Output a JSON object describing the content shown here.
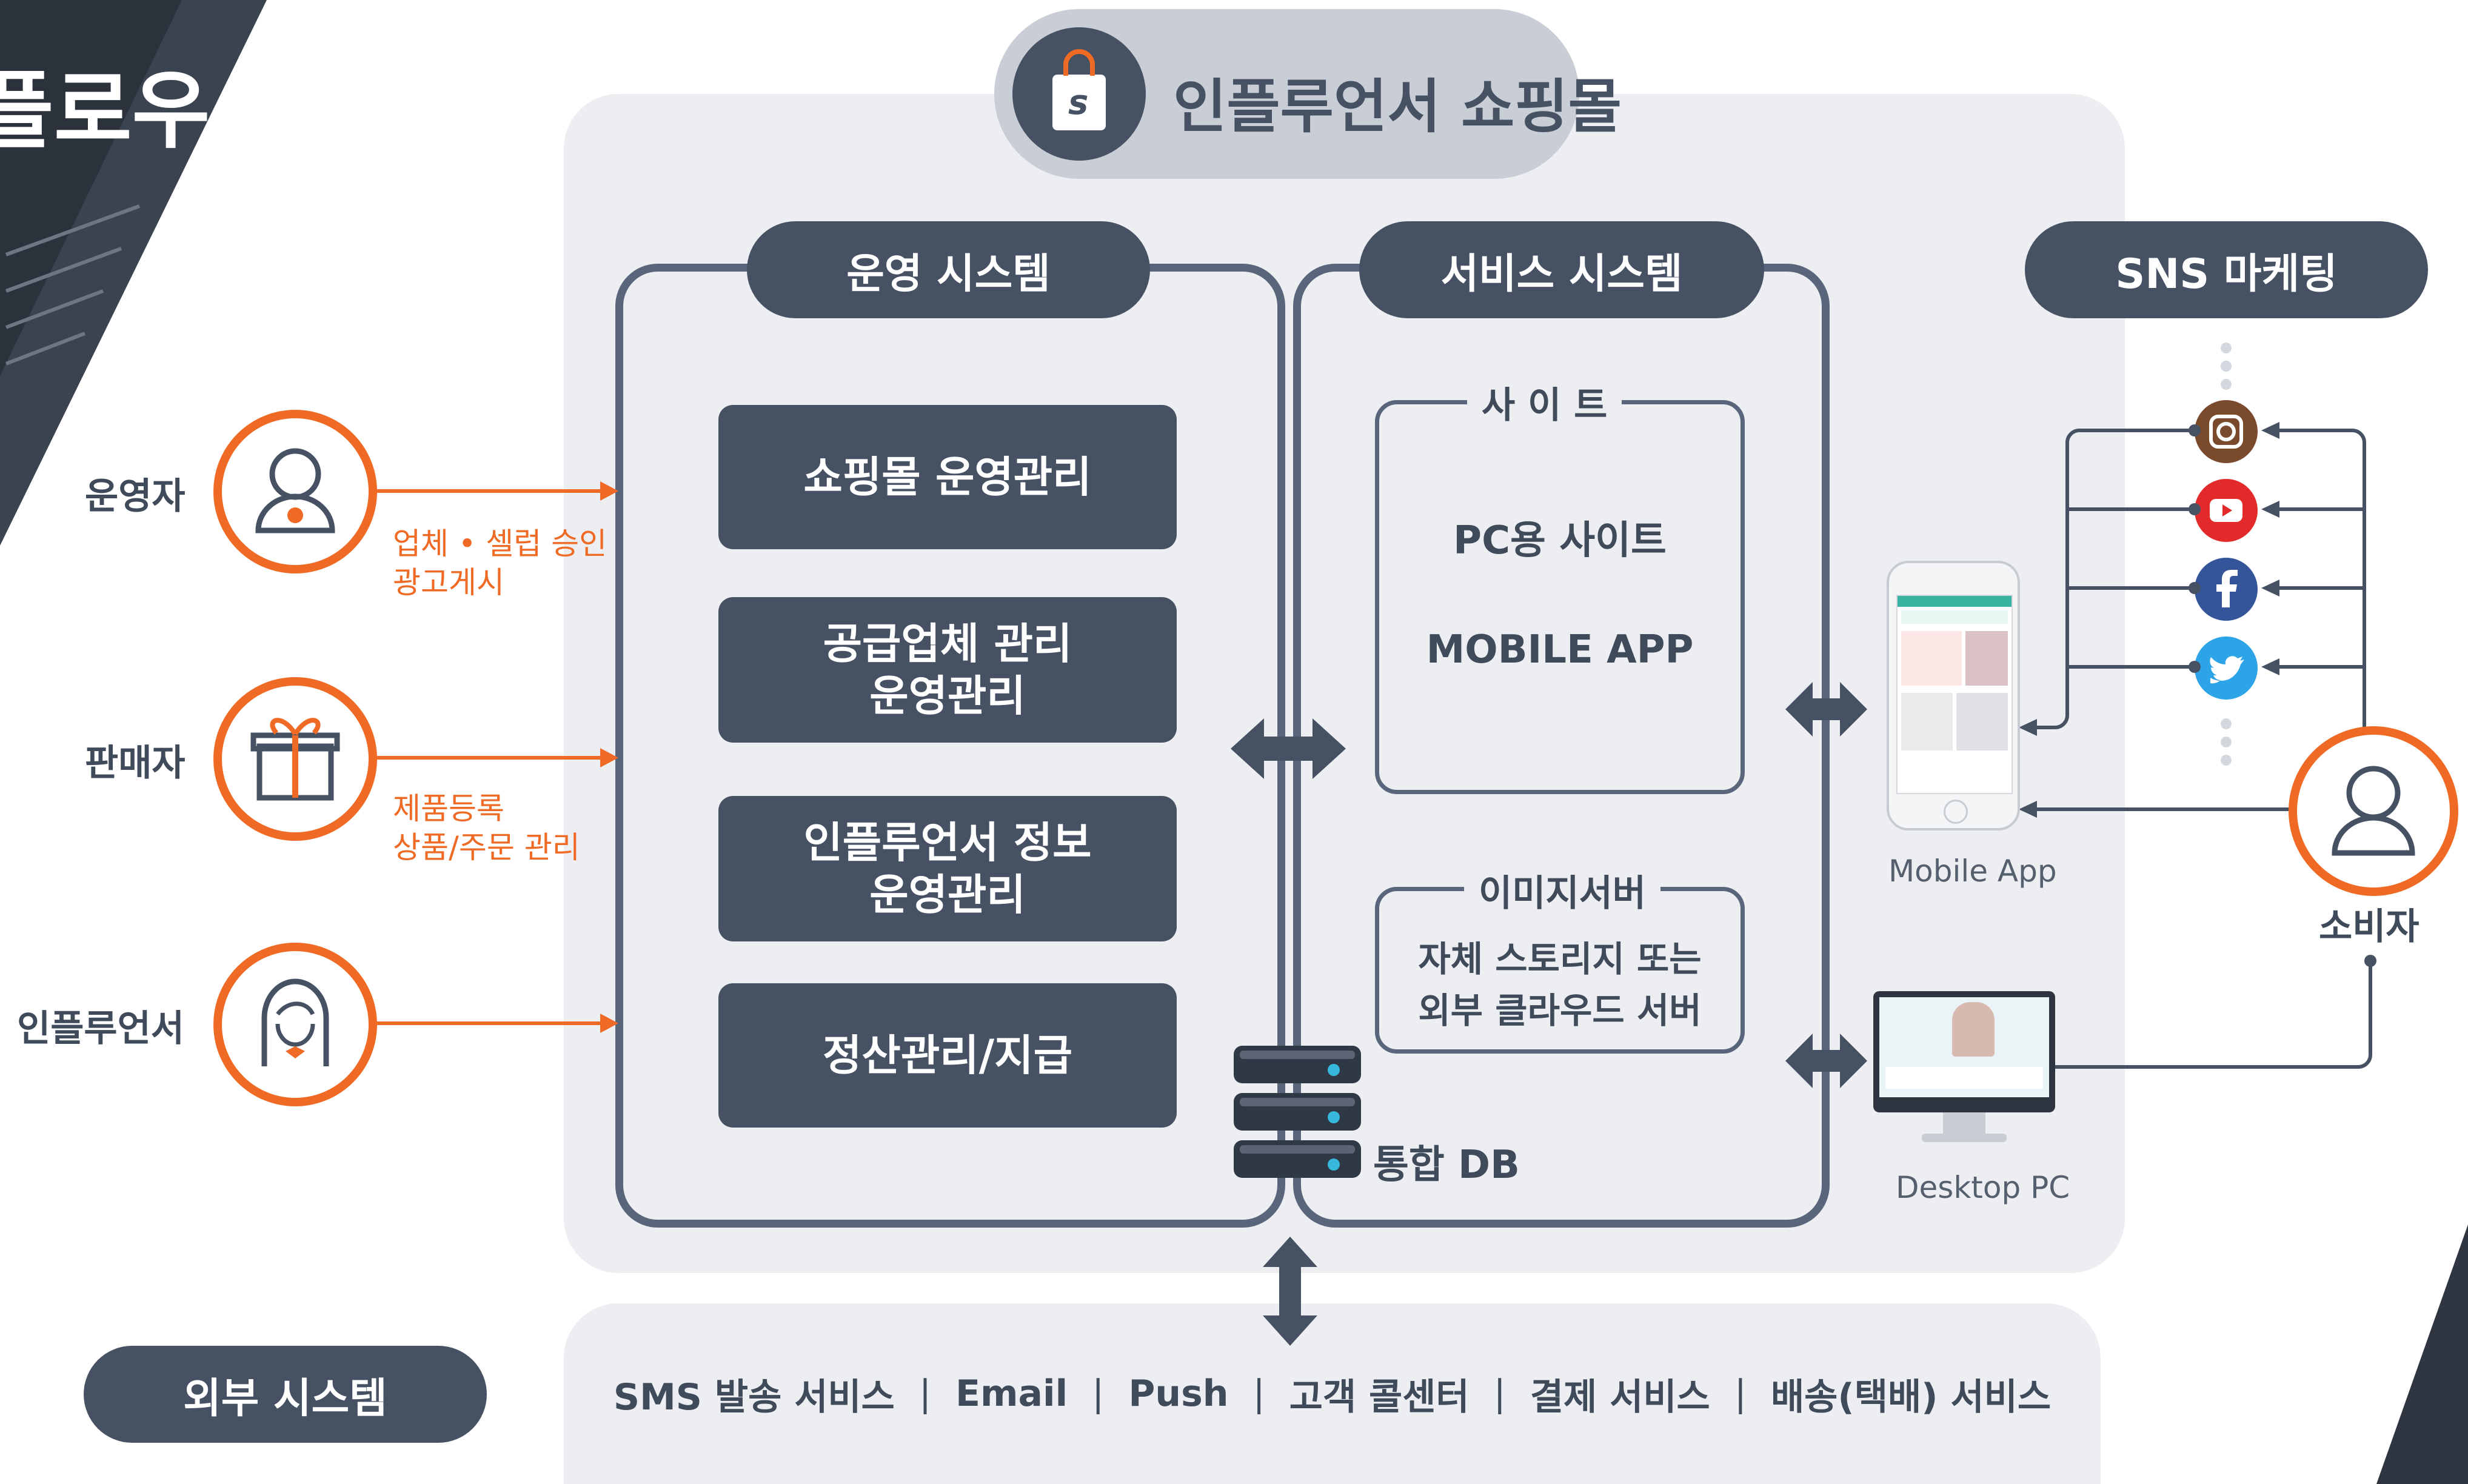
{
  "header_fragment": "플로우",
  "main_title": "인플루언서 쇼핑몰",
  "logo_letter": "s",
  "sections": {
    "operation": "운영 시스템",
    "service": "서비스 시스템",
    "sns": "SNS 마케팅",
    "external": "외부 시스템"
  },
  "operation_items": [
    "쇼핑몰 운영관리",
    "공급업체 관리\n운영관리",
    "인플루언서 정보\n운영관리",
    "정산관리/지급"
  ],
  "site_box": {
    "title": "사 이 트",
    "lines": [
      "PC용 사이트",
      "MOBILE APP"
    ]
  },
  "image_box": {
    "title": "이미지서버",
    "lines": [
      "자체 스토리지 또는",
      "외부 클라우드 서버"
    ]
  },
  "db_label": "통합 DB",
  "actors": [
    {
      "name": "운영자",
      "note": [
        "업체 • 셀럽 승인",
        "광고게시"
      ],
      "icon": "person-icon"
    },
    {
      "name": "판매자",
      "note": [
        "제품등록",
        "상품/주문 관리"
      ],
      "icon": "gift-icon"
    },
    {
      "name": "인플루언서",
      "note": [],
      "icon": "influencer-icon"
    }
  ],
  "consumer_label": "소비자",
  "devices": {
    "mobile": "Mobile App",
    "desktop": "Desktop PC"
  },
  "external_services": [
    "SMS 발송 서비스",
    "Email",
    "Push",
    "고객 콜센터",
    "결제 서비스",
    "배송(택배) 서비스"
  ],
  "sns_icons": [
    "instagram-icon",
    "youtube-icon",
    "facebook-icon",
    "twitter-icon"
  ],
  "colors": {
    "dark": "#465264",
    "orange": "#ef6a24",
    "panel": "#eceef2"
  }
}
